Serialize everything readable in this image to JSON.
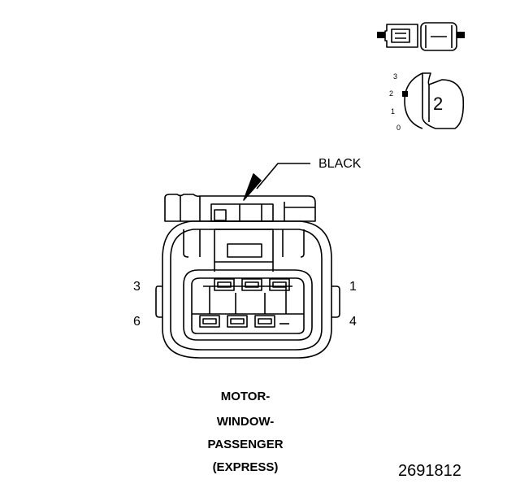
{
  "callout": {
    "color_label": "BLACK"
  },
  "pins": {
    "top_left": "3",
    "bottom_left": "6",
    "top_right": "1",
    "bottom_right": "4"
  },
  "position_scale": [
    "3",
    "2",
    "1",
    "0"
  ],
  "key": {
    "number": "2"
  },
  "connector_name": {
    "line1": "MOTOR-",
    "line2": "WINDOW-",
    "line3": "PASSENGER",
    "line4": "(EXPRESS)"
  },
  "figure_id": "2691812"
}
